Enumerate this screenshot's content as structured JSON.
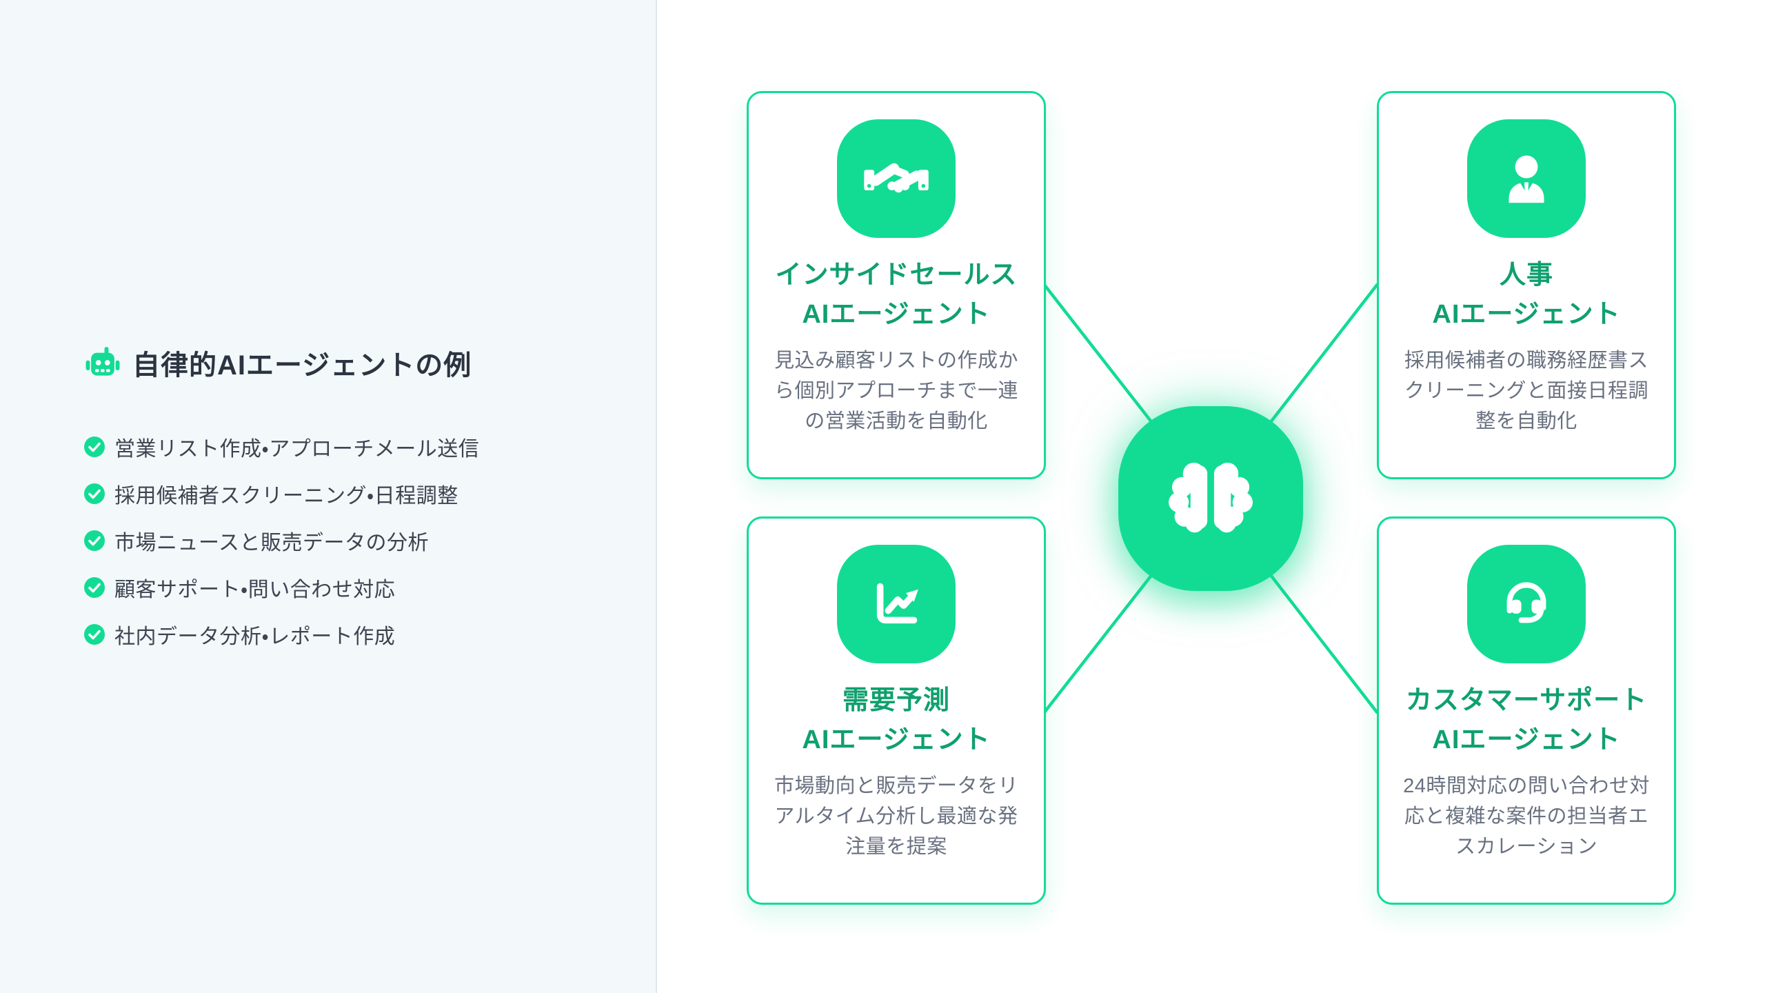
{
  "colors": {
    "accent": "#12DC94",
    "accent_dark": "#0FA06E",
    "panel_bg": "#F3F8FB",
    "divider": "#DFE7EE",
    "heading": "#2B3440",
    "list_text": "#3D4450",
    "desc_text": "#697180",
    "card_bg": "#FFFFFF"
  },
  "sidebar": {
    "title": "自律的AIエージェントの例",
    "title_icon": "robot-icon",
    "items": [
      {
        "icon": "check-circle-icon",
        "label": "営業リスト作成・アプローチメール送信"
      },
      {
        "icon": "check-circle-icon",
        "label": "採用候補者スクリーニング・日程調整"
      },
      {
        "icon": "check-circle-icon",
        "label": "市場ニュースと販売データの分析"
      },
      {
        "icon": "check-circle-icon",
        "label": "顧客サポート・問い合わせ対応"
      },
      {
        "icon": "check-circle-icon",
        "label": "社内データ分析・レポート作成"
      }
    ]
  },
  "diagram": {
    "hub": {
      "icon": "brain-icon"
    },
    "cards": [
      {
        "icon": "handshake-icon",
        "title_line1": "インサイドセールス",
        "title_line2": "AIエージェント",
        "description": "見込み顧客リストの作成から個別アプローチまで一連の営業活動を自動化"
      },
      {
        "icon": "person-icon",
        "title_line1": "人事",
        "title_line2": "AIエージェント",
        "description": "採用候補者の職務経歴書スクリーニングと面接日程調整を自動化"
      },
      {
        "icon": "chart-icon",
        "title_line1": "需要予測",
        "title_line2": "AIエージェント",
        "description": "市場動向と販売データをリアルタイム分析し最適な発注量を提案"
      },
      {
        "icon": "headset-icon",
        "title_line1": "カスタマーサポート",
        "title_line2": "AIエージェント",
        "description": "24時間対応の問い合わせ対応と複雑な案件の担当者エスカレーション"
      }
    ]
  }
}
